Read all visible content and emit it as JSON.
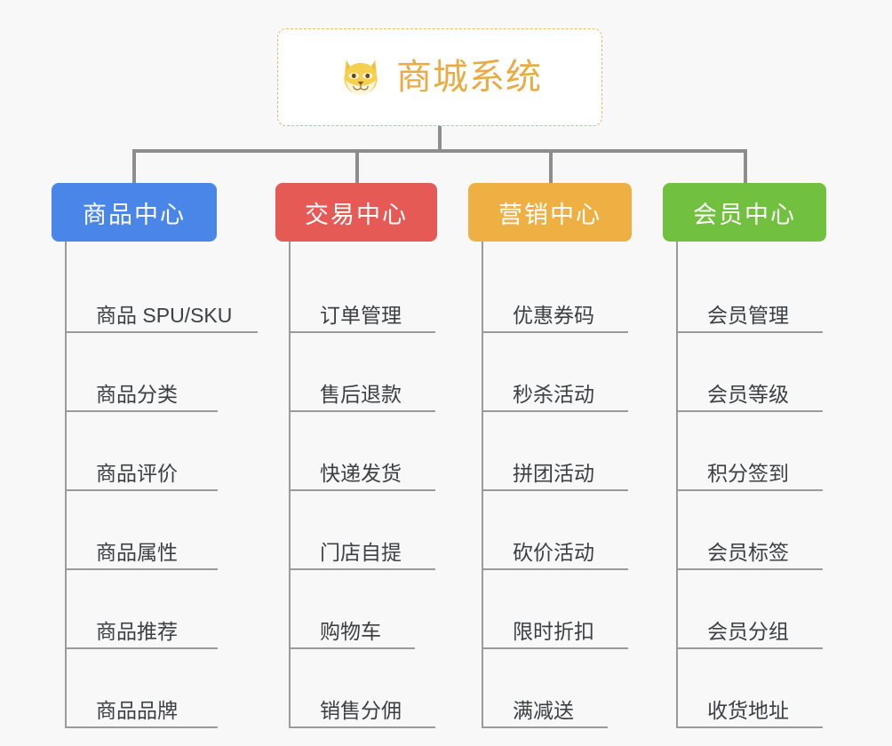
{
  "canvas": {
    "background": "#f8f8f8",
    "connector_color": "#8d8d8d",
    "spine_color": "#9a9a9a",
    "leaf_text_color": "#3c4043"
  },
  "root": {
    "title": "商城系统",
    "icon": "shiba-dog-face-emoji",
    "title_color": "#e8ac45",
    "border_color": "#edb95e",
    "background": "#ffffff"
  },
  "branches": [
    {
      "label": "商品中心",
      "color": "#4a86e8",
      "items": [
        "商品 SPU/SKU",
        "商品分类",
        "商品评价",
        "商品属性",
        "商品推荐",
        "商品品牌"
      ]
    },
    {
      "label": "交易中心",
      "color": "#e55a55",
      "items": [
        "订单管理",
        "售后退款",
        "快递发货",
        "门店自提",
        "购物车",
        "销售分佣"
      ]
    },
    {
      "label": "营销中心",
      "color": "#eeb042",
      "items": [
        "优惠券码",
        "秒杀活动",
        "拼团活动",
        "砍价活动",
        "限时折扣",
        "满减送"
      ]
    },
    {
      "label": "会员中心",
      "color": "#72c040",
      "items": [
        "会员管理",
        "会员等级",
        "积分签到",
        "会员标签",
        "会员分组",
        "收货地址"
      ]
    }
  ]
}
